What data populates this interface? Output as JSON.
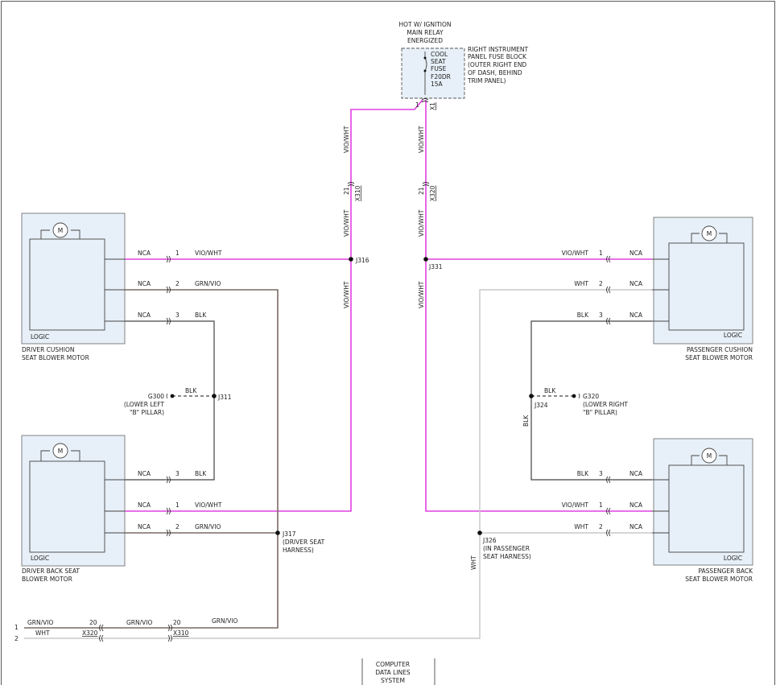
{
  "power_source": {
    "condition": [
      "HOT W/ IGNITION",
      "MAIN RELAY",
      "ENERGIZED"
    ],
    "fuse": [
      "COOL",
      "SEAT",
      "FUSE",
      "F20DR",
      "15A"
    ],
    "fuse_block": [
      "RIGHT INSTRUMENT",
      "PANEL FUSE BLOCK",
      "(OUTER RIGHT END",
      "OF DASH, BEHIND",
      "TRIM PANEL)"
    ],
    "pin": "1",
    "connector": "X1"
  },
  "connectors": {
    "x310": {
      "pin": "21",
      "name": "X310"
    },
    "x320": {
      "pin": "21",
      "name": "X320"
    },
    "bottom_x320": {
      "pin": "20",
      "name": "X320"
    },
    "bottom_x310": {
      "pin": "20",
      "name": "X310"
    }
  },
  "splices": {
    "j316": "J316",
    "j331": "J331",
    "j311": "J311",
    "j324": "J324",
    "j317": [
      "J317",
      "(DRIVER SEAT",
      "HARNESS)"
    ],
    "j326": [
      "J326",
      "(IN PASSENGER",
      "SEAT HARNESS)"
    ]
  },
  "grounds": {
    "g300": [
      "G300",
      "(LOWER LEFT",
      "\"B\" PILLAR)"
    ],
    "g320": [
      "G320",
      "(LOWER RIGHT",
      "\"B\" PILLAR)"
    ]
  },
  "components": {
    "driver_cushion": {
      "name": [
        "DRIVER CUSHION",
        "SEAT BLOWER MOTOR"
      ],
      "logic": "LOGIC",
      "motor": "M",
      "pins": [
        {
          "nca": "NCA",
          "pin": "1",
          "wire": "VIO/WHT"
        },
        {
          "nca": "NCA",
          "pin": "2",
          "wire": "GRN/VIO"
        },
        {
          "nca": "NCA",
          "pin": "3",
          "wire": "BLK"
        }
      ]
    },
    "driver_back": {
      "name": [
        "DRIVER BACK SEAT",
        "BLOWER MOTOR"
      ],
      "logic": "LOGIC",
      "motor": "M",
      "pins": [
        {
          "nca": "NCA",
          "pin": "3",
          "wire": "BLK"
        },
        {
          "nca": "NCA",
          "pin": "1",
          "wire": "VIO/WHT"
        },
        {
          "nca": "NCA",
          "pin": "2",
          "wire": "GRN/VIO"
        }
      ]
    },
    "passenger_cushion": {
      "name": [
        "PASSENGER CUSHION",
        "SEAT BLOWER MOTOR"
      ],
      "logic": "LOGIC",
      "motor": "M",
      "pins": [
        {
          "nca": "NCA",
          "pin": "1",
          "wire": "VIO/WHT"
        },
        {
          "nca": "NCA",
          "pin": "2",
          "wire": "WHT"
        },
        {
          "nca": "NCA",
          "pin": "3",
          "wire": "BLK"
        }
      ]
    },
    "passenger_back": {
      "name": [
        "PASSENGER BACK",
        "SEAT BLOWER MOTOR"
      ],
      "logic": "LOGIC",
      "motor": "M",
      "pins": [
        {
          "nca": "NCA",
          "pin": "3",
          "wire": "BLK"
        },
        {
          "nca": "NCA",
          "pin": "1",
          "wire": "VIO/WHT"
        },
        {
          "nca": "NCA",
          "pin": "2",
          "wire": "WHT"
        }
      ]
    }
  },
  "wire_labels": {
    "vio_wht": "VIO/WHT",
    "grn_vio": "GRN/VIO",
    "blk": "BLK",
    "wht": "WHT"
  },
  "bottom_lines": [
    {
      "num": "1",
      "wire": "GRN/VIO"
    },
    {
      "num": "2",
      "wire": "WHT"
    }
  ],
  "system_ref": [
    "COMPUTER",
    "DATA LINES",
    "SYSTEM"
  ],
  "colors": {
    "vio_wht": "#e040e0",
    "grn_vio": "#7a6a64",
    "blk": "#444444",
    "wht": "#c8c8c8",
    "component_fill": "#e7f0f8"
  }
}
